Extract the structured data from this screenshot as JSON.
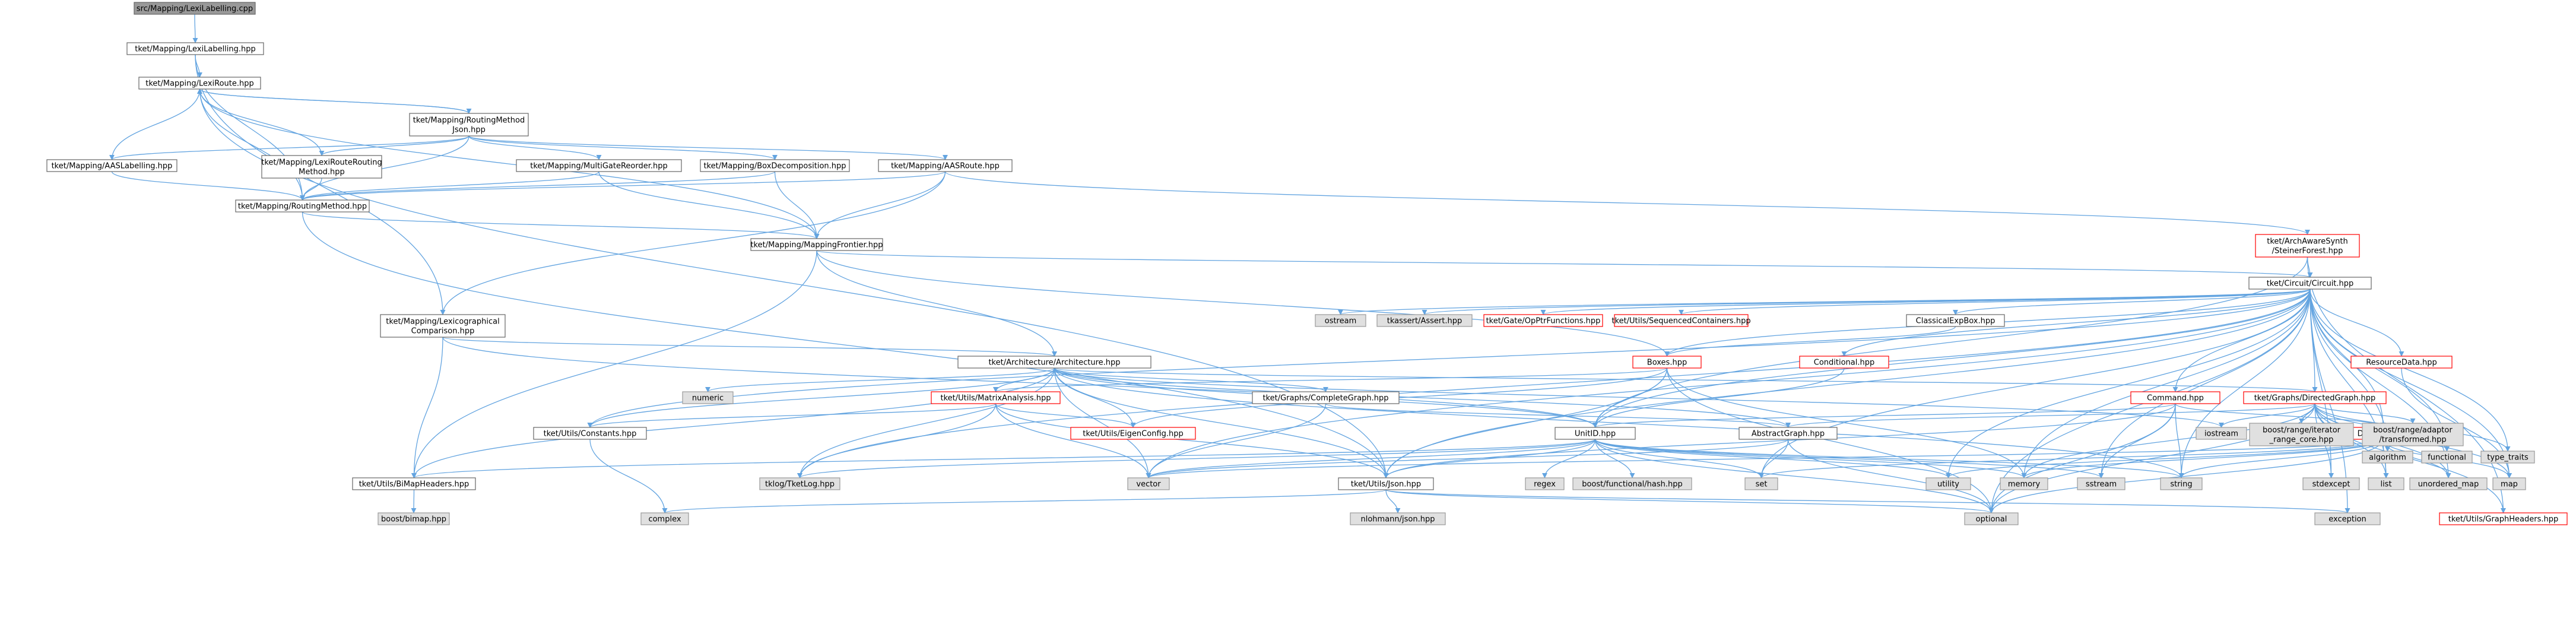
{
  "colors": {
    "edge": "#63a4e0",
    "root_fill": "#999999",
    "root_border": "#666666",
    "file_fill": "#ffffff",
    "file_border": "#666666",
    "ext_fill": "#e0e0e0",
    "ext_border": "#999999",
    "trunc_border": "#ff0000",
    "trunc_text": "#ff0000",
    "text": "#000000"
  },
  "nodes": [
    {
      "id": "n0",
      "kind": "root",
      "lines": [
        "src/Mapping/LexiLabelling.cpp"
      ]
    },
    {
      "id": "n1",
      "kind": "file",
      "lines": [
        "tket/Mapping/LexiLabelling.hpp"
      ]
    },
    {
      "id": "n2",
      "kind": "file",
      "lines": [
        "tket/Mapping/LexiRoute.hpp"
      ]
    },
    {
      "id": "n3",
      "kind": "file",
      "lines": [
        "tket/Mapping/RoutingMethod",
        "Json.hpp"
      ]
    },
    {
      "id": "n4",
      "kind": "file",
      "lines": [
        "tket/Mapping/AASLabelling.hpp"
      ]
    },
    {
      "id": "n5",
      "kind": "file",
      "lines": [
        "tket/Mapping/LexiRouteRouting",
        "Method.hpp"
      ]
    },
    {
      "id": "n6",
      "kind": "file",
      "lines": [
        "tket/Mapping/MultiGateReorder.hpp"
      ]
    },
    {
      "id": "n7",
      "kind": "file",
      "lines": [
        "tket/Mapping/BoxDecomposition.hpp"
      ]
    },
    {
      "id": "n8",
      "kind": "file",
      "lines": [
        "tket/Mapping/AASRoute.hpp"
      ]
    },
    {
      "id": "n9",
      "kind": "file",
      "lines": [
        "tket/Mapping/RoutingMethod.hpp"
      ]
    },
    {
      "id": "n10",
      "kind": "file",
      "lines": [
        "tket/Mapping/MappingFrontier.hpp"
      ]
    },
    {
      "id": "n11",
      "kind": "trunc",
      "lines": [
        "tket/ArchAwareSynth",
        "/SteinerForest.hpp"
      ]
    },
    {
      "id": "n12",
      "kind": "file",
      "lines": [
        "tket/Circuit/Circuit.hpp"
      ]
    },
    {
      "id": "n13",
      "kind": "file",
      "lines": [
        "tket/Mapping/Lexicographical",
        "Comparison.hpp"
      ]
    },
    {
      "id": "n14",
      "kind": "ext",
      "lines": [
        "ostream"
      ]
    },
    {
      "id": "n15",
      "kind": "ext",
      "lines": [
        "tkassert/Assert.hpp"
      ]
    },
    {
      "id": "n16",
      "kind": "trunc",
      "lines": [
        "tket/Gate/OpPtrFunctions.hpp"
      ]
    },
    {
      "id": "n17",
      "kind": "trunc",
      "lines": [
        "tket/Utils/SequencedContainers.hpp"
      ]
    },
    {
      "id": "n18",
      "kind": "file",
      "lines": [
        "ClassicalExpBox.hpp"
      ]
    },
    {
      "id": "n19",
      "kind": "trunc",
      "lines": [
        "ResourceData.hpp"
      ]
    },
    {
      "id": "n20",
      "kind": "file",
      "lines": [
        "tket/Architecture/Architecture.hpp"
      ]
    },
    {
      "id": "n21",
      "kind": "trunc",
      "lines": [
        "Boxes.hpp"
      ]
    },
    {
      "id": "n22",
      "kind": "trunc",
      "lines": [
        "Conditional.hpp"
      ]
    },
    {
      "id": "n23",
      "kind": "ext",
      "lines": [
        "numeric"
      ]
    },
    {
      "id": "n24",
      "kind": "trunc",
      "lines": [
        "tket/Utils/MatrixAnalysis.hpp"
      ]
    },
    {
      "id": "n25",
      "kind": "file",
      "lines": [
        "tket/Graphs/CompleteGraph.hpp"
      ]
    },
    {
      "id": "n26",
      "kind": "trunc",
      "lines": [
        "Command.hpp"
      ]
    },
    {
      "id": "n27",
      "kind": "trunc",
      "lines": [
        "tket/Graphs/DirectedGraph.hpp"
      ]
    },
    {
      "id": "n28",
      "kind": "file",
      "lines": [
        "tket/Utils/Constants.hpp"
      ]
    },
    {
      "id": "n29",
      "kind": "trunc",
      "lines": [
        "tket/Utils/EigenConfig.hpp"
      ]
    },
    {
      "id": "n30",
      "kind": "file",
      "lines": [
        "UnitID.hpp"
      ]
    },
    {
      "id": "n31",
      "kind": "file",
      "lines": [
        "AbstractGraph.hpp"
      ]
    },
    {
      "id": "n32",
      "kind": "trunc",
      "lines": [
        "DAGDefs.hpp"
      ]
    },
    {
      "id": "n33",
      "kind": "ext",
      "lines": [
        "iostream"
      ]
    },
    {
      "id": "n34",
      "kind": "ext",
      "lines": [
        "boost/range/iterator",
        "_range_core.hpp"
      ]
    },
    {
      "id": "n35",
      "kind": "ext",
      "lines": [
        "boost/range/adaptor",
        "/transformed.hpp"
      ]
    },
    {
      "id": "n36",
      "kind": "ext",
      "lines": [
        "algorithm"
      ]
    },
    {
      "id": "n37",
      "kind": "ext",
      "lines": [
        "functional"
      ]
    },
    {
      "id": "n38",
      "kind": "ext",
      "lines": [
        "type_traits"
      ]
    },
    {
      "id": "n39",
      "kind": "file",
      "lines": [
        "tket/Utils/BiMapHeaders.hpp"
      ]
    },
    {
      "id": "n40",
      "kind": "ext",
      "lines": [
        "tklog/TketLog.hpp"
      ]
    },
    {
      "id": "n41",
      "kind": "ext",
      "lines": [
        "vector"
      ]
    },
    {
      "id": "n42",
      "kind": "file",
      "lines": [
        "tket/Utils/Json.hpp"
      ]
    },
    {
      "id": "n43",
      "kind": "ext",
      "lines": [
        "regex"
      ]
    },
    {
      "id": "n44",
      "kind": "ext",
      "lines": [
        "boost/functional/hash.hpp"
      ]
    },
    {
      "id": "n45",
      "kind": "ext",
      "lines": [
        "utility"
      ]
    },
    {
      "id": "n46",
      "kind": "ext",
      "lines": [
        "memory"
      ]
    },
    {
      "id": "n47",
      "kind": "ext",
      "lines": [
        "sstream"
      ]
    },
    {
      "id": "n48",
      "kind": "ext",
      "lines": [
        "string"
      ]
    },
    {
      "id": "n49",
      "kind": "ext",
      "lines": [
        "set"
      ]
    },
    {
      "id": "n50",
      "kind": "ext",
      "lines": [
        "stdexcept"
      ]
    },
    {
      "id": "n51",
      "kind": "ext",
      "lines": [
        "list"
      ]
    },
    {
      "id": "n52",
      "kind": "ext",
      "lines": [
        "unordered_map"
      ]
    },
    {
      "id": "n53",
      "kind": "ext",
      "lines": [
        "map"
      ]
    },
    {
      "id": "n54",
      "kind": "trunc",
      "lines": [
        "tket/Utils/GraphHeaders.hpp"
      ]
    },
    {
      "id": "n55",
      "kind": "ext",
      "lines": [
        "boost/bimap.hpp"
      ]
    },
    {
      "id": "n56",
      "kind": "ext",
      "lines": [
        "complex"
      ]
    },
    {
      "id": "n57",
      "kind": "ext",
      "lines": [
        "nlohmann/json.hpp"
      ]
    },
    {
      "id": "n58",
      "kind": "ext",
      "lines": [
        "optional"
      ]
    },
    {
      "id": "n59",
      "kind": "ext",
      "lines": [
        "exception"
      ]
    }
  ],
  "edges": [
    [
      "n0",
      "n1"
    ],
    [
      "n1",
      "n2"
    ],
    [
      "n1",
      "n9"
    ],
    [
      "n1",
      "n13"
    ],
    [
      "n2",
      "n3"
    ],
    [
      "n2",
      "n9"
    ],
    [
      "n2",
      "n10"
    ],
    [
      "n2",
      "n42"
    ],
    [
      "n3",
      "n4"
    ],
    [
      "n3",
      "n5"
    ],
    [
      "n3",
      "n6"
    ],
    [
      "n3",
      "n7"
    ],
    [
      "n3",
      "n8"
    ],
    [
      "n3",
      "n9"
    ],
    [
      "n3",
      "n2"
    ],
    [
      "n4",
      "n2"
    ],
    [
      "n4",
      "n9"
    ],
    [
      "n5",
      "n2"
    ],
    [
      "n5",
      "n9"
    ],
    [
      "n6",
      "n9"
    ],
    [
      "n6",
      "n10"
    ],
    [
      "n7",
      "n9"
    ],
    [
      "n7",
      "n10"
    ],
    [
      "n8",
      "n9"
    ],
    [
      "n8",
      "n10"
    ],
    [
      "n8",
      "n11"
    ],
    [
      "n8",
      "n13"
    ],
    [
      "n9",
      "n10"
    ],
    [
      "n9",
      "n42"
    ],
    [
      "n10",
      "n12"
    ],
    [
      "n10",
      "n20"
    ],
    [
      "n10",
      "n21"
    ],
    [
      "n10",
      "n39"
    ],
    [
      "n11",
      "n12"
    ],
    [
      "n11",
      "n54"
    ],
    [
      "n11",
      "n30"
    ],
    [
      "n12",
      "n14"
    ],
    [
      "n12",
      "n15"
    ],
    [
      "n12",
      "n16"
    ],
    [
      "n12",
      "n17"
    ],
    [
      "n12",
      "n18"
    ],
    [
      "n12",
      "n19"
    ],
    [
      "n12",
      "n21"
    ],
    [
      "n12",
      "n22"
    ],
    [
      "n12",
      "n26"
    ],
    [
      "n12",
      "n27"
    ],
    [
      "n12",
      "n28"
    ],
    [
      "n12",
      "n30"
    ],
    [
      "n12",
      "n32"
    ],
    [
      "n12",
      "n36"
    ],
    [
      "n12",
      "n37"
    ],
    [
      "n12",
      "n38"
    ],
    [
      "n12",
      "n40"
    ],
    [
      "n12",
      "n41"
    ],
    [
      "n12",
      "n42"
    ],
    [
      "n12",
      "n45"
    ],
    [
      "n12",
      "n46"
    ],
    [
      "n12",
      "n47"
    ],
    [
      "n12",
      "n48"
    ],
    [
      "n12",
      "n49"
    ],
    [
      "n12",
      "n50"
    ],
    [
      "n12",
      "n51"
    ],
    [
      "n12",
      "n52"
    ],
    [
      "n12",
      "n53"
    ],
    [
      "n12",
      "n58"
    ],
    [
      "n12",
      "n59"
    ],
    [
      "n13",
      "n20"
    ],
    [
      "n13",
      "n30"
    ],
    [
      "n13",
      "n39"
    ],
    [
      "n18",
      "n21"
    ],
    [
      "n19",
      "n53"
    ],
    [
      "n20",
      "n23"
    ],
    [
      "n20",
      "n24"
    ],
    [
      "n20",
      "n25"
    ],
    [
      "n20",
      "n27"
    ],
    [
      "n20",
      "n28"
    ],
    [
      "n20",
      "n29"
    ],
    [
      "n20",
      "n30"
    ],
    [
      "n20",
      "n31"
    ],
    [
      "n20",
      "n33"
    ],
    [
      "n20",
      "n39"
    ],
    [
      "n20",
      "n40"
    ],
    [
      "n20",
      "n41"
    ],
    [
      "n20",
      "n42"
    ],
    [
      "n20",
      "n48"
    ],
    [
      "n21",
      "n24"
    ],
    [
      "n21",
      "n29"
    ],
    [
      "n21",
      "n30"
    ],
    [
      "n21",
      "n42"
    ],
    [
      "n21",
      "n46"
    ],
    [
      "n21",
      "n58"
    ],
    [
      "n22",
      "n30"
    ],
    [
      "n24",
      "n28"
    ],
    [
      "n24",
      "n29"
    ],
    [
      "n24",
      "n40"
    ],
    [
      "n24",
      "n41"
    ],
    [
      "n24",
      "n42"
    ],
    [
      "n25",
      "n31"
    ],
    [
      "n25",
      "n41"
    ],
    [
      "n26",
      "n30"
    ],
    [
      "n26",
      "n32"
    ],
    [
      "n26",
      "n42"
    ],
    [
      "n26",
      "n47"
    ],
    [
      "n26",
      "n48"
    ],
    [
      "n26",
      "n58"
    ],
    [
      "n27",
      "n31"
    ],
    [
      "n27",
      "n33"
    ],
    [
      "n27",
      "n34"
    ],
    [
      "n27",
      "n35"
    ],
    [
      "n27",
      "n36"
    ],
    [
      "n27",
      "n37"
    ],
    [
      "n27",
      "n38"
    ],
    [
      "n27",
      "n46"
    ],
    [
      "n27",
      "n50"
    ],
    [
      "n27",
      "n51"
    ],
    [
      "n27",
      "n52"
    ],
    [
      "n27",
      "n53"
    ],
    [
      "n27",
      "n54"
    ],
    [
      "n27",
      "n58"
    ],
    [
      "n28",
      "n56"
    ],
    [
      "n30",
      "n39"
    ],
    [
      "n30",
      "n40"
    ],
    [
      "n30",
      "n41"
    ],
    [
      "n30",
      "n42"
    ],
    [
      "n30",
      "n43"
    ],
    [
      "n30",
      "n44"
    ],
    [
      "n30",
      "n45"
    ],
    [
      "n30",
      "n46"
    ],
    [
      "n30",
      "n47"
    ],
    [
      "n30",
      "n48"
    ],
    [
      "n30",
      "n49"
    ],
    [
      "n30",
      "n58"
    ],
    [
      "n31",
      "n41"
    ],
    [
      "n31",
      "n49"
    ],
    [
      "n31",
      "n58"
    ],
    [
      "n32",
      "n41"
    ],
    [
      "n32",
      "n45"
    ],
    [
      "n32",
      "n46"
    ],
    [
      "n32",
      "n48"
    ],
    [
      "n32",
      "n49"
    ],
    [
      "n32",
      "n51"
    ],
    [
      "n32",
      "n52"
    ],
    [
      "n32",
      "n53"
    ],
    [
      "n32",
      "n58"
    ],
    [
      "n39",
      "n55"
    ],
    [
      "n42",
      "n56"
    ],
    [
      "n42",
      "n57"
    ],
    [
      "n42",
      "n58"
    ],
    [
      "n42",
      "n59"
    ]
  ]
}
